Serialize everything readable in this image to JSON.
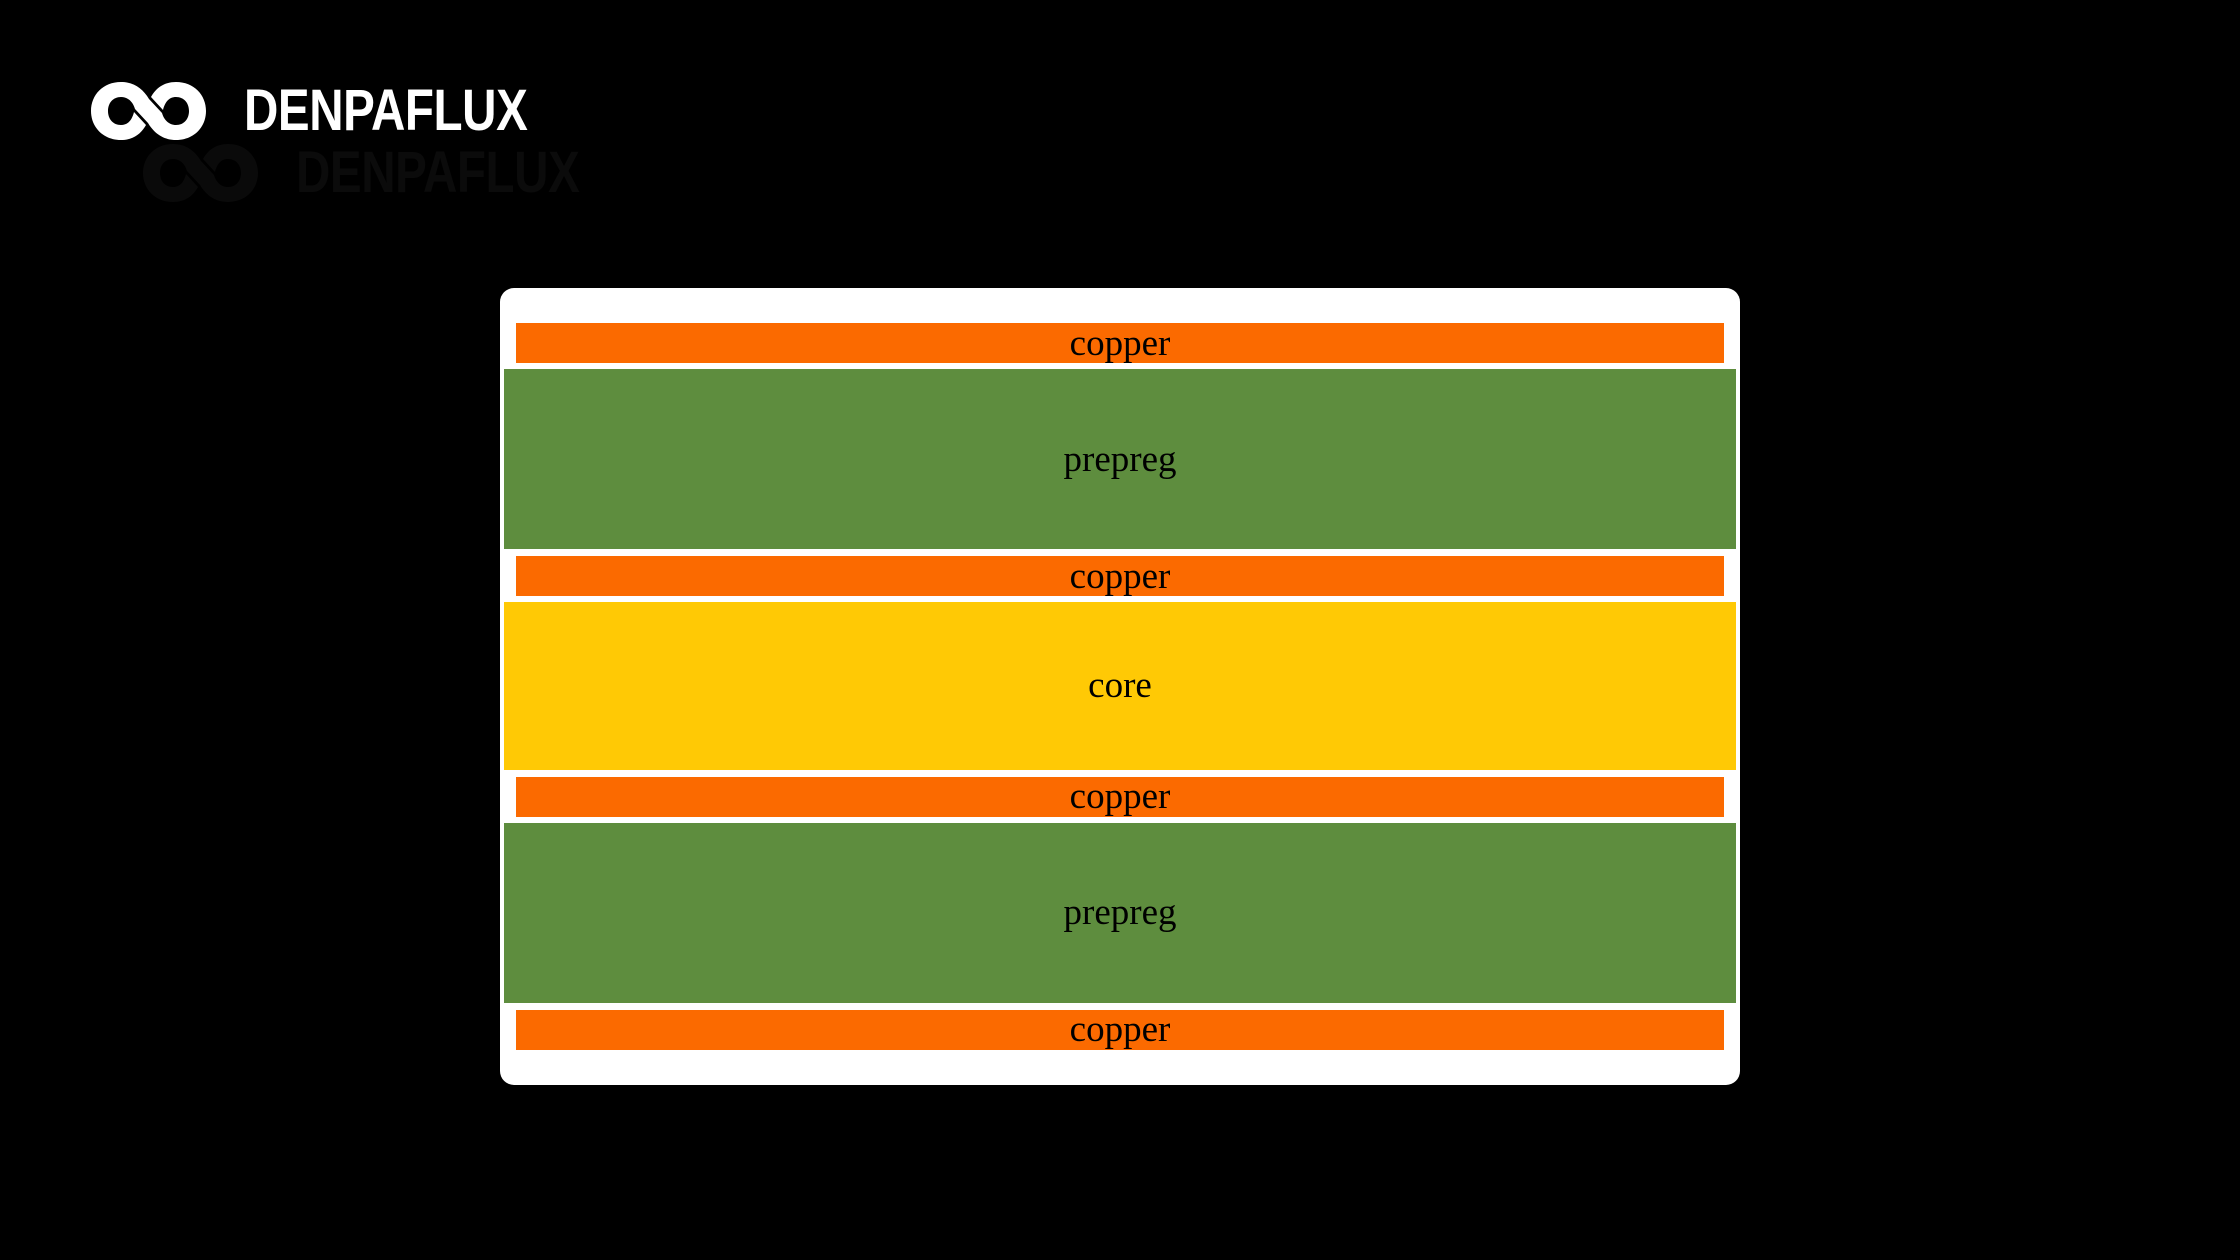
{
  "brand": {
    "name": "DENPAFLUX",
    "logo_icon": "infinity-loop-icon",
    "color": "#ffffff"
  },
  "canvas": {
    "background": "#000000"
  },
  "diagram": {
    "type": "pcb-stackup",
    "card_background": "#ffffff",
    "colors": {
      "copper": "#fb6a00",
      "prepreg": "#5e8d3e",
      "core": "#ffc905",
      "label_text": "#000000"
    },
    "layers": [
      {
        "label": "copper",
        "material": "copper",
        "kind": "copper"
      },
      {
        "label": "prepreg",
        "material": "prepreg",
        "kind": "prepreg"
      },
      {
        "label": "copper",
        "material": "copper",
        "kind": "copper"
      },
      {
        "label": "core",
        "material": "core",
        "kind": "core"
      },
      {
        "label": "copper",
        "material": "copper",
        "kind": "copper"
      },
      {
        "label": "prepreg",
        "material": "prepreg",
        "kind": "prepreg"
      },
      {
        "label": "copper",
        "material": "copper",
        "kind": "copper"
      }
    ]
  }
}
